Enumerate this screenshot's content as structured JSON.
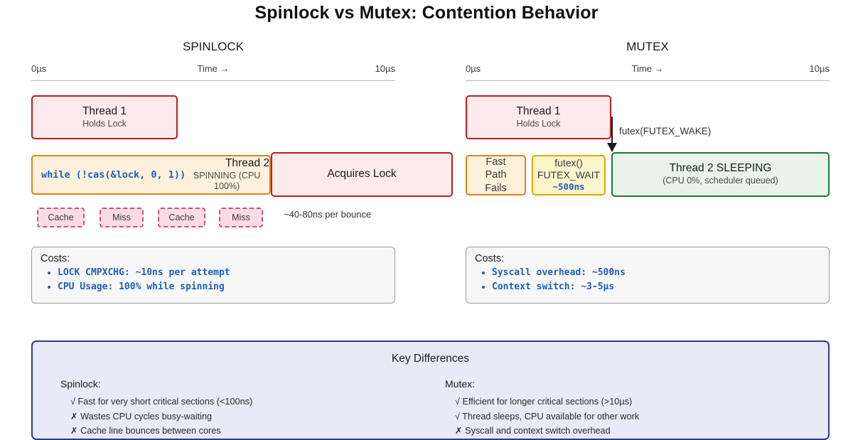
{
  "title": "Spinlock vs Mutex: Contention Behavior",
  "panels": [
    {
      "heading": "SPINLOCK",
      "axis": {
        "start": "0µs",
        "mid": "Time →",
        "end": "10µs"
      },
      "thread1": {
        "title": "Thread 1",
        "sub": "Holds Lock"
      },
      "spin": {
        "code": "while (!cas(&lock, 0, 1))",
        "title": "Thread 2",
        "sub": "SPINNING (CPU 100%)"
      },
      "acquire": {
        "title": "Acquires Lock"
      },
      "chips": [
        "Cache",
        "Miss",
        "Cache",
        "Miss"
      ],
      "bounce_note": "~40-80ns per bounce",
      "costs": {
        "label": "Costs:",
        "items": [
          "LOCK CMPXCHG: ~10ns per attempt",
          "CPU Usage: 100% while spinning"
        ]
      }
    },
    {
      "heading": "MUTEX",
      "axis": {
        "start": "0µs",
        "mid": "Time →",
        "end": "10µs"
      },
      "thread1": {
        "title": "Thread 1",
        "sub": "Holds Lock"
      },
      "arrow_label": "futex(FUTEX_WAKE)",
      "fastpath": {
        "line1": "Fast",
        "line2": "Path",
        "line3": "Fails"
      },
      "futex": {
        "line1": "futex()",
        "line2": "FUTEX_WAIT",
        "value": "~500ns"
      },
      "sleep": {
        "title": "Thread 2 SLEEPING",
        "sub": "(CPU 0%, scheduler queued)"
      },
      "costs": {
        "label": "Costs:",
        "items": [
          "Syscall overhead: ~500ns",
          "Context switch: ~3-5µs"
        ]
      }
    }
  ],
  "key_differences": {
    "title": "Key Differences",
    "columns": [
      {
        "head": "Spinlock:",
        "items": [
          "√ Fast for very short critical sections (<100ns)",
          "✗ Wastes CPU cycles busy-waiting",
          "✗ Cache line bounces between cores"
        ]
      },
      {
        "head": "Mutex:",
        "items": [
          "√ Efficient for longer critical sections (>10µs)",
          "√ Thread sleeps, CPU available for other work",
          "✗ Syscall and context switch overhead"
        ]
      }
    ]
  },
  "colors": {
    "red_border": "#b71f24",
    "red_fill": "#fdeaea",
    "orange_border": "#e08214",
    "orange_fill": "#fdf0dc",
    "yellow_border": "#dfa600",
    "yellow_fill": "#fcf4cc",
    "green_border": "#1d7a32",
    "green_fill": "#e8f4e8",
    "code_blue": "#1f5fb8",
    "panel_navy": "#2b3a8f",
    "panel_fill": "#e8ebf7",
    "chip_border": "#cf4f7e",
    "chip_fill": "#fbdce6"
  }
}
